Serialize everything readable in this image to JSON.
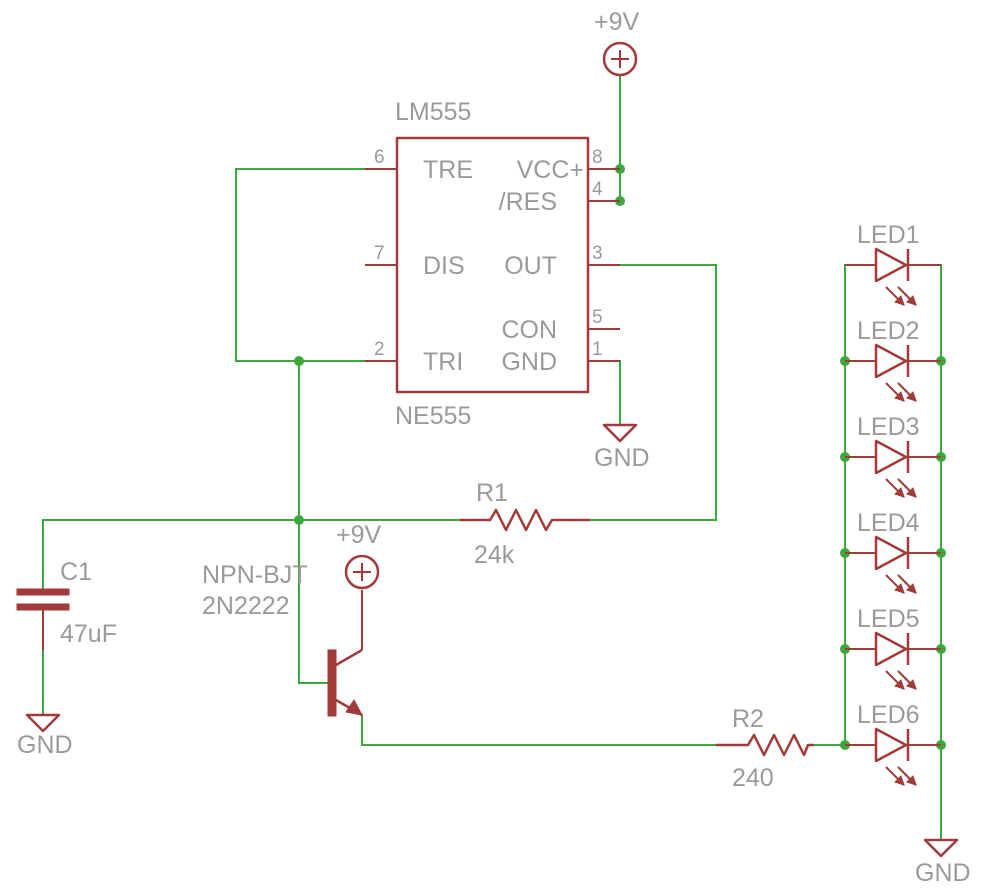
{
  "ic": {
    "name": "LM555",
    "value": "NE555",
    "pins": {
      "p6": {
        "num": "6",
        "label": "TRE"
      },
      "p7": {
        "num": "7",
        "label": "DIS"
      },
      "p2": {
        "num": "2",
        "label": "TRI"
      },
      "p8": {
        "num": "8",
        "label": "VCC+"
      },
      "p4": {
        "num": "4",
        "label": "/RES"
      },
      "p3": {
        "num": "3",
        "label": "OUT"
      },
      "p5": {
        "num": "5",
        "label": "CON"
      },
      "p1": {
        "num": "1",
        "label": "GND"
      }
    }
  },
  "supplies": {
    "top": "+9V",
    "transistor": "+9V"
  },
  "grounds": {
    "ic": "GND",
    "capacitor": "GND",
    "leds": "GND"
  },
  "r1": {
    "name": "R1",
    "value": "24k"
  },
  "r2": {
    "name": "R2",
    "value": "240"
  },
  "c1": {
    "name": "C1",
    "value": "47uF"
  },
  "q1": {
    "name": "NPN-BJT",
    "value": "2N2222"
  },
  "leds": [
    "LED1",
    "LED2",
    "LED3",
    "LED4",
    "LED5",
    "LED6"
  ],
  "colors": {
    "wire": "#3aa83a",
    "component": "#a33a3a",
    "label": "#9a9a9a"
  }
}
